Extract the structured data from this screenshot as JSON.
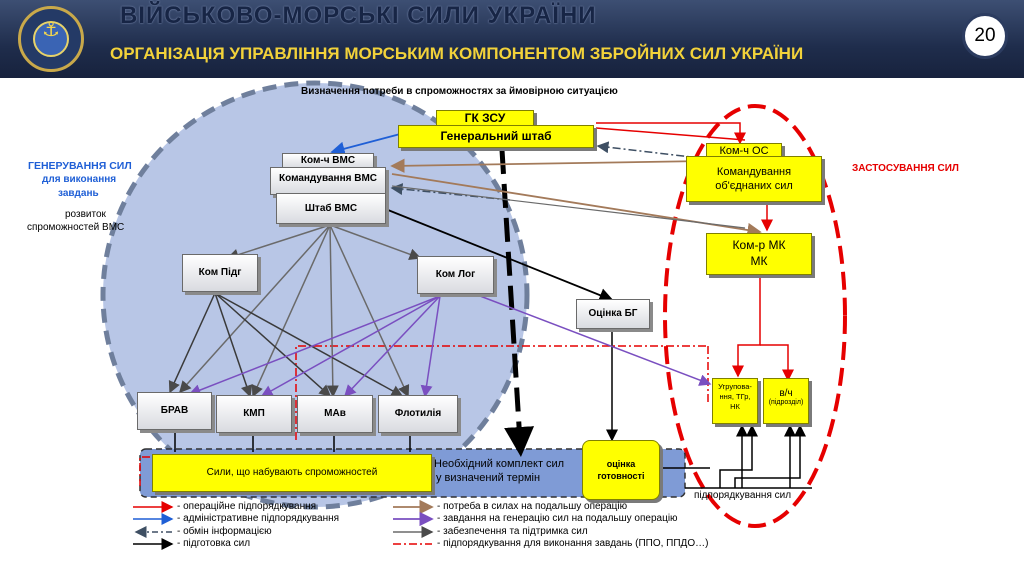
{
  "header": {
    "title": "ВІЙСЬКОВО-МОРСЬКІ СИЛИ УКРАЇНИ",
    "subtitle": "ОРГАНІЗАЦІЯ УПРАВЛІННЯ МОРСЬКИМ КОМПОНЕНТОМ ЗБРОЙНИХ СИЛ УКРАЇНИ",
    "page_number": "20"
  },
  "diagram": {
    "top_caption": "Визначення потреби в спроможностях за ймовірною ситуацією",
    "left_heading": "ГЕНЕРУВАННЯ СИЛ",
    "left_heading_sub1": "для виконання",
    "left_heading_sub2": "завдань",
    "left_note1": "розвиток",
    "left_note2": "спроможностей ВМС",
    "right_heading": "ЗАСТОСУВАННЯ СИЛ",
    "gk_zsu": "ГК ЗСУ",
    "general_staff": "Генеральний штаб",
    "kom_vms_short": "Ком-ч ВМС",
    "kom_vms": "Командування ВМС",
    "shtab_vms": "Штаб ВМС",
    "kom_pidg": "Ком Підг",
    "kom_log": "Ком Лог",
    "brav": "БРАВ",
    "kmp": "КМП",
    "mav": "МАв",
    "flotilia": "Флотилія",
    "kom_os": "Ком-ч ОС",
    "kom_os_full1": "Командування",
    "kom_os_full2": "об'єднаних сил",
    "kom_mk": "Ком-р МК",
    "mk": "МК",
    "otsinka_bg": "Оцінка БГ",
    "sily_label": "Сили, що набувають спроможностей",
    "komplekt1": "Необхідний комплект сил",
    "komplekt2": "у визначений термін",
    "otsinka_gotovnosti1": "оцінка",
    "otsinka_gotovnosti2": "готовності",
    "ugrupovannia1": "Угрупова-",
    "ugrupovannia2": "ння, ТГр,",
    "ugrupovannia3": "НК",
    "vch": "в/ч",
    "pidrozdily": "(підрозділ)",
    "pidporiadkuvannia_syl": "підпорядкування сил"
  },
  "legend": {
    "left": [
      {
        "text": "- операційне підпорядкування",
        "color": "#e60000"
      },
      {
        "text": "- адміністративне підпорядкування",
        "color": "#1f5fd6"
      },
      {
        "text": "- обмін інформацією",
        "color": "#3e4f63"
      },
      {
        "text": "- підготовка сил",
        "color": "#000000"
      }
    ],
    "right": [
      {
        "text": "- потреба в силах на подальшу операцію",
        "color": "#a37a5a"
      },
      {
        "text": "- завдання на генерацію сил на подальшу операцію",
        "color": "#7a4fc0"
      },
      {
        "text": "- забезпечення та підтримка сил",
        "color": "#6a6a6a"
      },
      {
        "text": "- підпорядкування для виконання завдань (ППО, ППДО…)",
        "color": "#e60000"
      }
    ]
  },
  "colors": {
    "header_bg": "#1f2d4c",
    "accent_yellow": "#ffff00",
    "left_circle": "#b8c6e6",
    "left_circle_border": "#6f7f9c",
    "right_oval_border": "#e60000",
    "blue_text": "#1f5fd6",
    "red_text": "#e60000"
  }
}
